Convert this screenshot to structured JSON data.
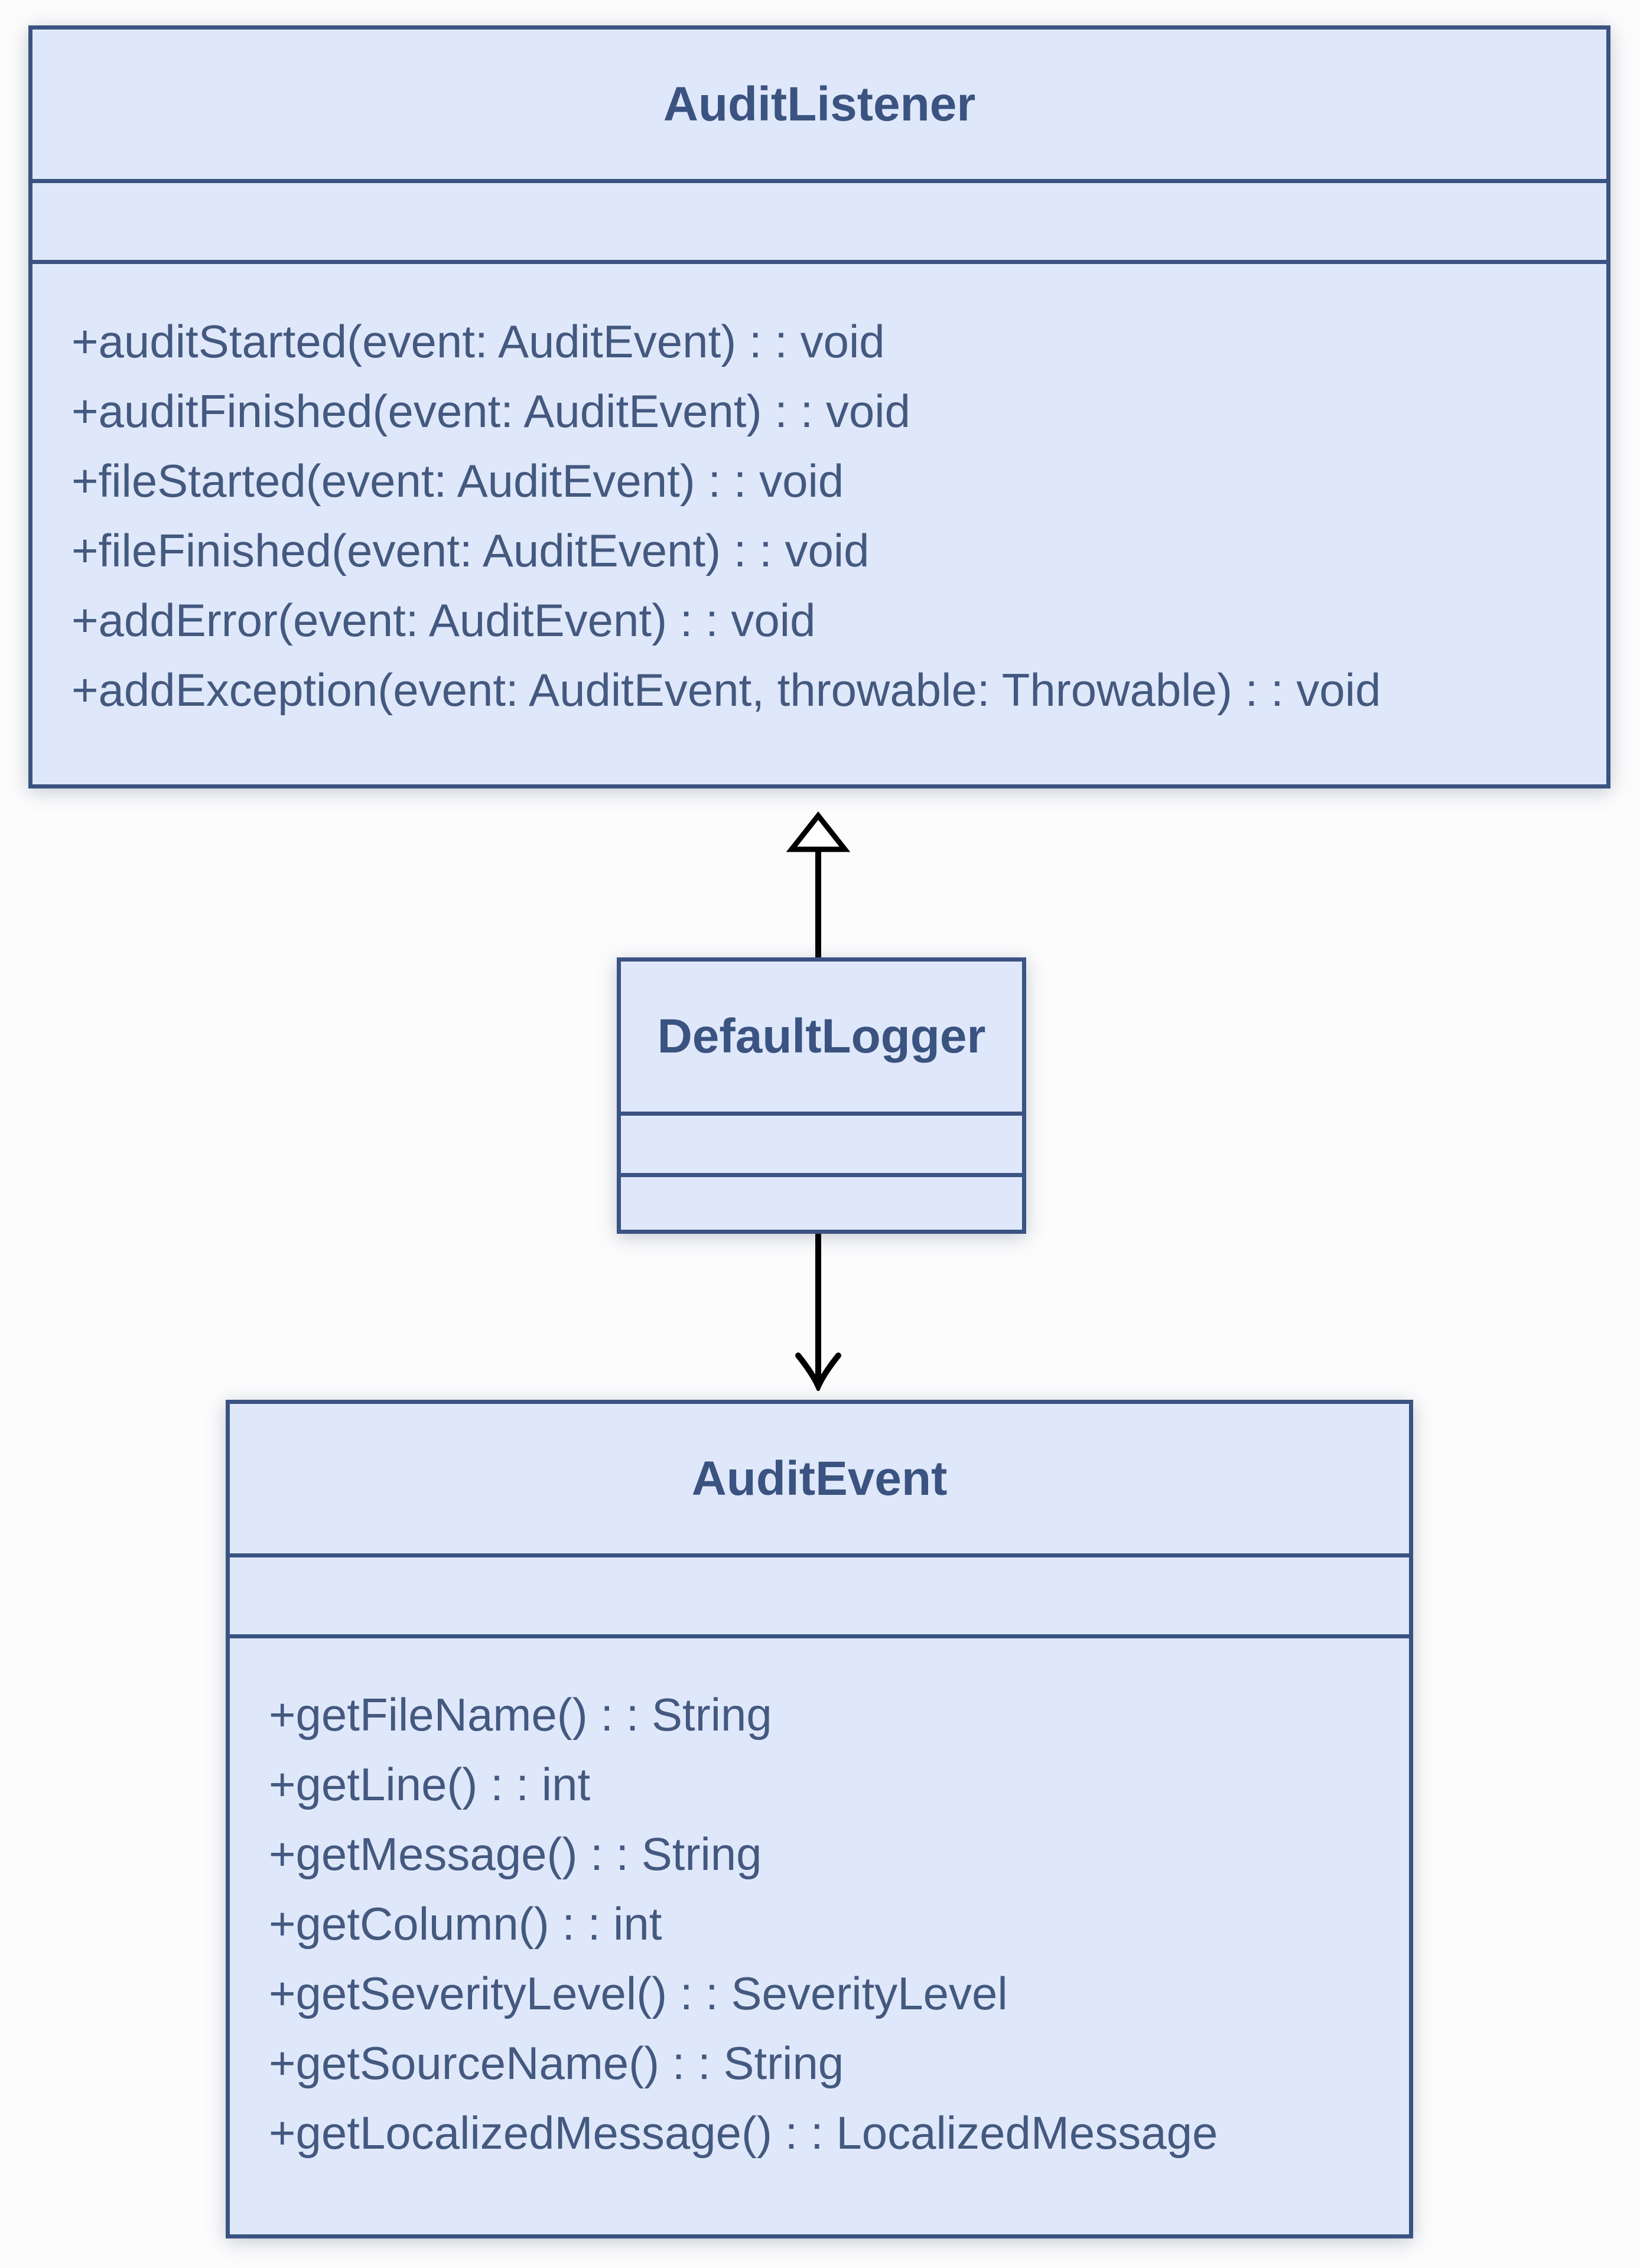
{
  "colors": {
    "node_fill": "#dfe8fa",
    "node_border": "#3a5382",
    "title_text": "#3b5380",
    "method_text": "#44597f",
    "connector": "#000000",
    "background": "#fcfcfd"
  },
  "classes": [
    {
      "name": "AuditListener",
      "attributes": [],
      "methods": [
        "+auditStarted(event: AuditEvent) : : void",
        "+auditFinished(event: AuditEvent) : : void",
        "+fileStarted(event: AuditEvent) : : void",
        "+fileFinished(event: AuditEvent) : : void",
        "+addError(event: AuditEvent) : : void",
        "+addException(event: AuditEvent, throwable: Throwable) : : void"
      ]
    },
    {
      "name": "DefaultLogger",
      "attributes": [],
      "methods": []
    },
    {
      "name": "AuditEvent",
      "attributes": [],
      "methods": [
        "+getFileName() : : String",
        "+getLine() : : int",
        "+getMessage() : : String",
        "+getColumn() : : int",
        "+getSeverityLevel() : : SeverityLevel",
        "+getSourceName() : : String",
        "+getLocalizedMessage() : : LocalizedMessage"
      ]
    }
  ],
  "relationships": [
    {
      "from": "DefaultLogger",
      "to": "AuditListener",
      "type": "generalization",
      "arrowhead": "hollow-triangle"
    },
    {
      "from": "DefaultLogger",
      "to": "AuditEvent",
      "type": "directed-association",
      "arrowhead": "open-arrow"
    }
  ]
}
